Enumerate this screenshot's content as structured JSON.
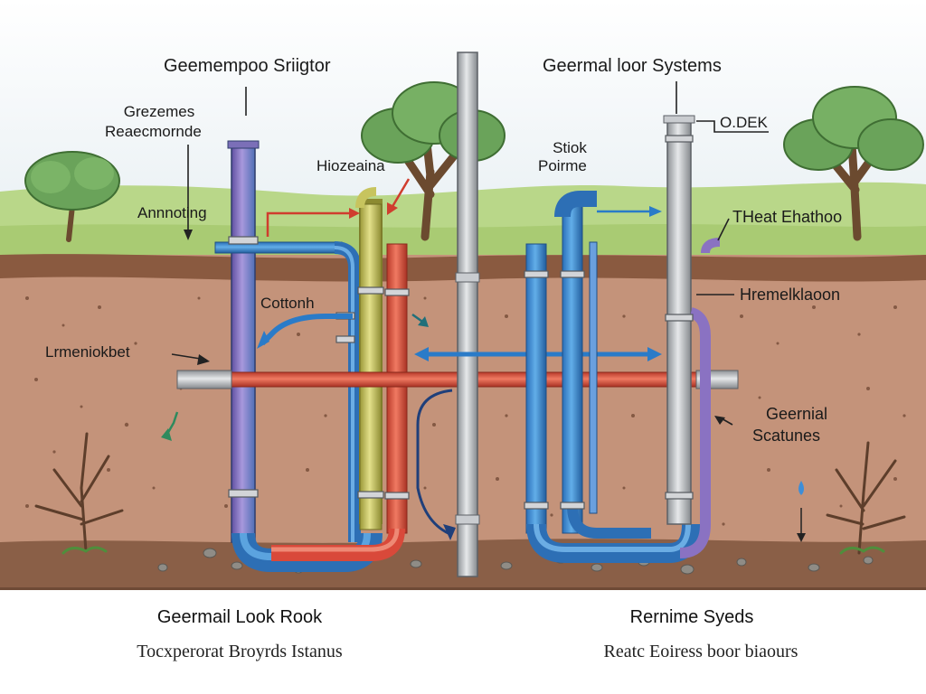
{
  "labels": {
    "top_left_title": "Geemempoo Sriigtor",
    "top_right_title": "Geermal loor Systems",
    "greenes": "Grezemes",
    "reaecmornde": "Reaecmornde",
    "annoting": "Annnoting",
    "hiozeaina": "Hiozeaina",
    "stiok": "Stiok",
    "poirme": "Poirme",
    "odek": "O.DEK",
    "theat": "THeat Ehathoo",
    "hremel": "Hremelklaoon",
    "cottonh": "Cottonh",
    "lemenic": "Lrmeniokbet",
    "geernial": "Geernial",
    "scatunes": "Scatunes"
  },
  "captions": {
    "left_title": "Geermail Look Rook",
    "left_sub": "Tocxperorat Broyrds Istanus",
    "right_title": "Rernime Syeds",
    "right_sub": "Reatc Eoiress boor biaours"
  },
  "colors": {
    "sky": "#eef3f4",
    "grass": "#b9d789",
    "soil": "#c4937a",
    "topsoil": "#8a5a40",
    "blue_pipe": "#3d8ed8",
    "red_pipe": "#e2553f",
    "gray_pipe": "#b5b8bb",
    "olive_pipe": "#c7c45e",
    "purple_pipe": "#8a72c2"
  },
  "icons": [
    "tree-icon",
    "bare-tree-icon",
    "water-drop-icon"
  ]
}
